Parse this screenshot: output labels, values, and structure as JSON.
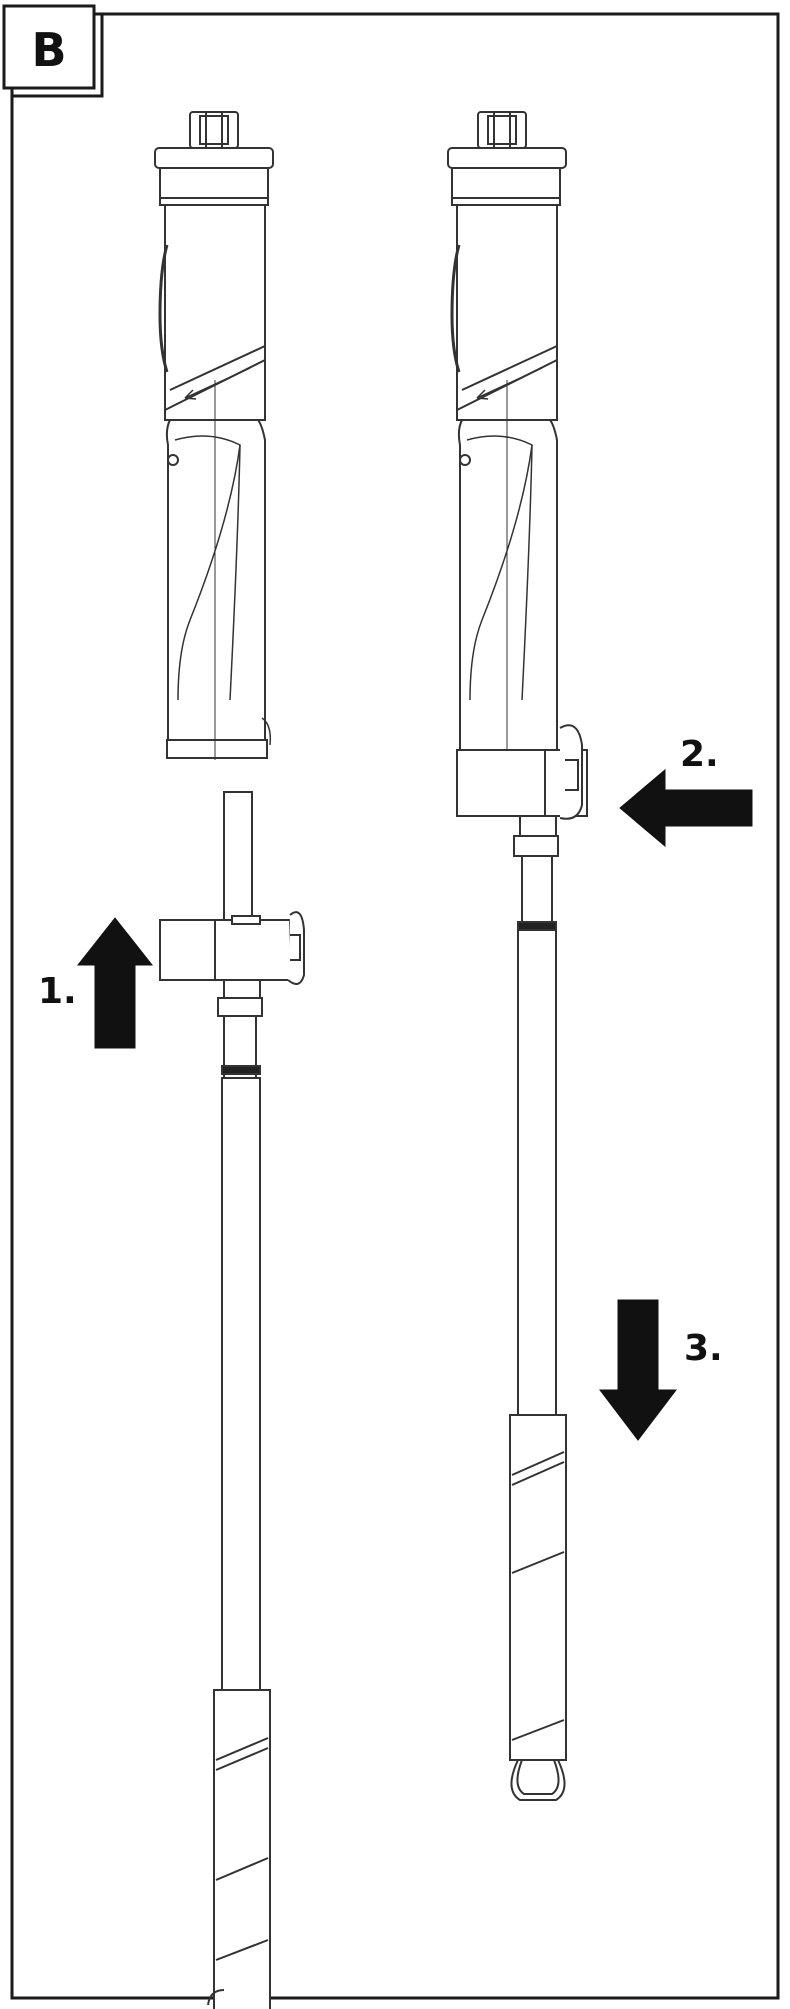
{
  "panel": {
    "label": "B",
    "border_color": "#1a1a1a",
    "background": "#ffffff"
  },
  "steps": [
    {
      "label": "1.",
      "arrow_direction": "up"
    },
    {
      "label": "2.",
      "arrow_direction": "left"
    },
    {
      "label": "3.",
      "arrow_direction": "down"
    }
  ],
  "icons": {
    "tool_left": "handheld-device-icon",
    "tool_right": "handheld-device-icon",
    "pole_left": "extension-pole-icon",
    "pole_right": "extension-pole-icon"
  }
}
